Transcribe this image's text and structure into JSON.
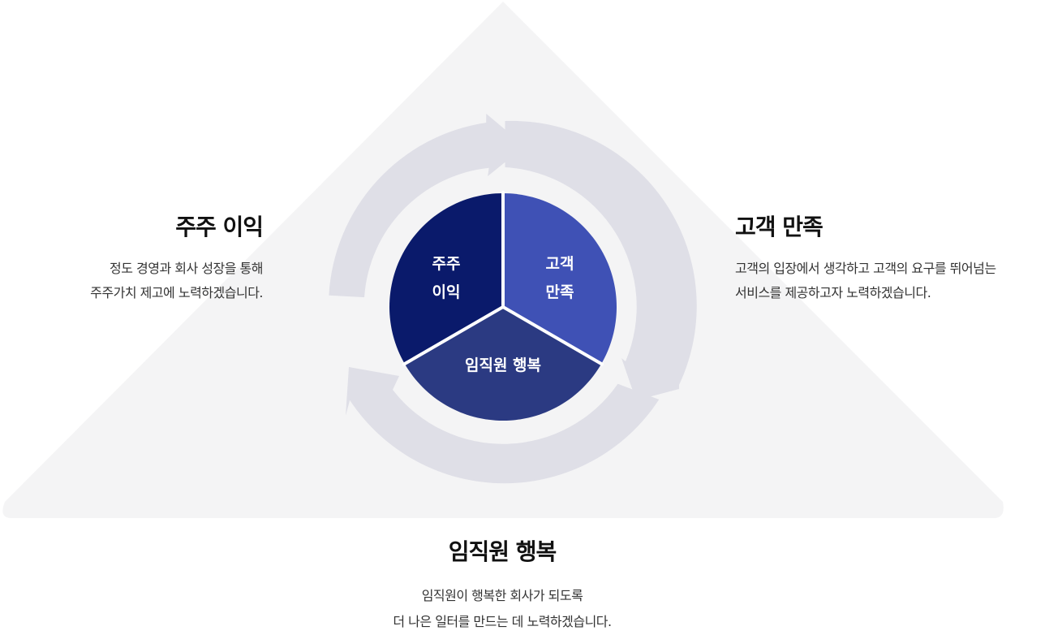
{
  "center": {
    "shareholder_line1": "주주",
    "shareholder_line2": "이익",
    "customer_line1": "고객",
    "customer_line2": "만족",
    "employee": "임직원 행복"
  },
  "left": {
    "title": "주주 이익",
    "line1": "정도 경영과 회사 성장을 통해",
    "line2": "주주가치 제고에 노력하겠습니다."
  },
  "right": {
    "title": "고객 만족",
    "line1": "고객의 입장에서 생각하고 고객의 요구를 뛰어넘는",
    "line2": "서비스를 제공하고자 노력하겠습니다."
  },
  "bottom": {
    "title": "임직원 행복",
    "line1": "임직원이 행복한 회사가 되도록",
    "line2": "더 나은 일터를 만드는 데 노력하겠습니다."
  },
  "colors": {
    "triangle": "#f4f4f5",
    "ring": "#dfdfe7",
    "shareholder": "#0a1a6b",
    "customer": "#3f51b5",
    "employee": "#2b3a82"
  }
}
